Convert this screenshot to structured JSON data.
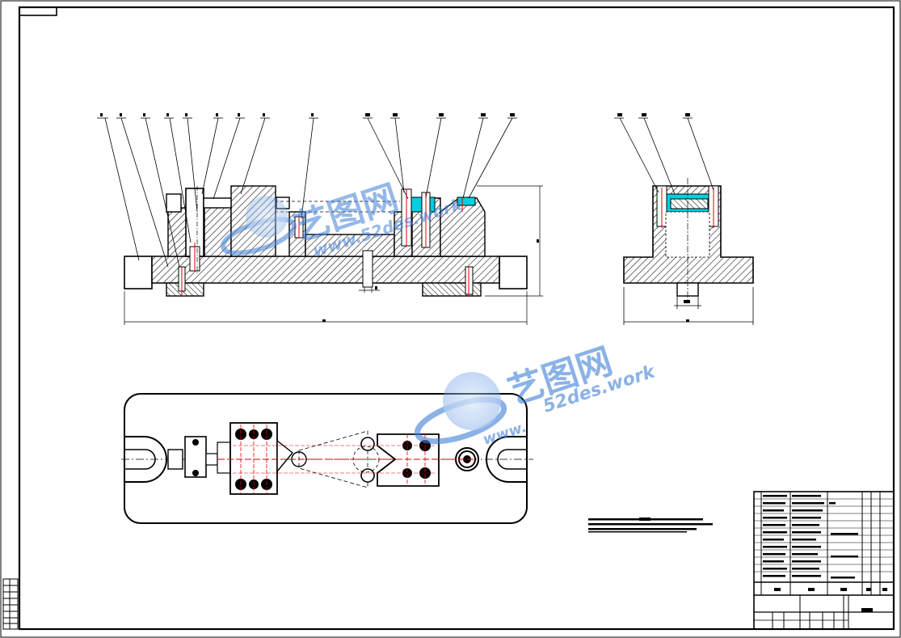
{
  "watermark": {
    "brand": "艺图网",
    "url_front": "www.52des.work",
    "url_bottom": "52des.work",
    "url_bottom_prefix": "www."
  },
  "colors": {
    "outline": "#000000",
    "hatch": "#000000",
    "centerline": "#e00000",
    "highlight_fill": "#00d0e0",
    "watermark": "#3f7fd6"
  }
}
